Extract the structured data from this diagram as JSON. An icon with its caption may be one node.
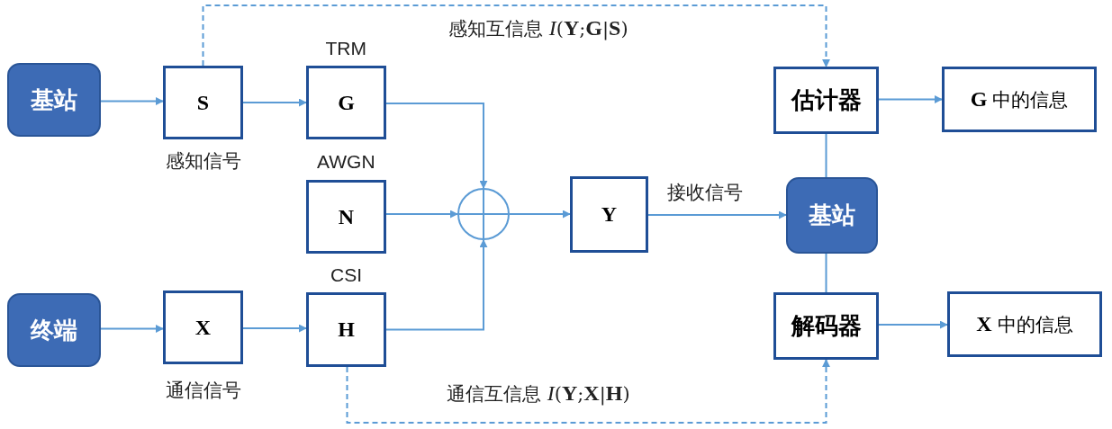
{
  "diagram": {
    "nodes": [
      {
        "text": [
          "基站"
        ]
      },
      {
        "text": [
          "S"
        ],
        "beside": [
          "感知信号"
        ]
      },
      {
        "text": [
          "G"
        ],
        "beside": [
          "TRM"
        ]
      },
      {
        "text": [
          "N"
        ],
        "beside": [
          "AWGN"
        ]
      },
      {
        "text": [
          "终端"
        ]
      },
      {
        "text": [
          "X"
        ],
        "beside": [
          "通信信号"
        ]
      },
      {
        "text": [
          "H"
        ],
        "beside": [
          "CSI"
        ]
      },
      {
        "text": [],
        "shape": "circle"
      },
      {
        "text": [
          "Y"
        ]
      },
      {
        "text": [
          "估计器"
        ]
      },
      {
        "text": [
          "基站"
        ]
      },
      {
        "text": [
          "解码器"
        ]
      },
      {
        "text": [
          "**G** 中的信息"
        ]
      },
      {
        "text": [
          "**X** 中的信息"
        ]
      }
    ],
    "edges": [
      {
        "from": 0,
        "to": 1,
        "arrow": "to"
      },
      {
        "from": 1,
        "to": 2,
        "arrow": "to"
      },
      {
        "from": 2,
        "to": 7,
        "arrow": "to"
      },
      {
        "from": 3,
        "to": 7,
        "arrow": "to"
      },
      {
        "from": 4,
        "to": 5,
        "arrow": "to"
      },
      {
        "from": 5,
        "to": 6,
        "arrow": "to"
      },
      {
        "from": 6,
        "to": 7,
        "arrow": "to"
      },
      {
        "from": 7,
        "to": 8,
        "arrow": "to"
      },
      {
        "from": 8,
        "to": 10,
        "arrow": "to",
        "label": "接收信号"
      },
      {
        "from": 9,
        "to": 10,
        "arrow": "none"
      },
      {
        "from": 10,
        "to": 11,
        "arrow": "none"
      },
      {
        "from": 9,
        "to": 12,
        "arrow": "to"
      },
      {
        "from": 11,
        "to": 13,
        "arrow": "to"
      },
      {
        "from": 1,
        "to": 9,
        "arrow": "to",
        "style": "dashed",
        "label": "感知互信息 *I*(**Y**;**G**|**S**)"
      },
      {
        "from": 6,
        "to": 11,
        "arrow": "to",
        "style": "dashed",
        "label": "通信互信息 *I*(**Y**;**X**|**H**)"
      }
    ]
  }
}
